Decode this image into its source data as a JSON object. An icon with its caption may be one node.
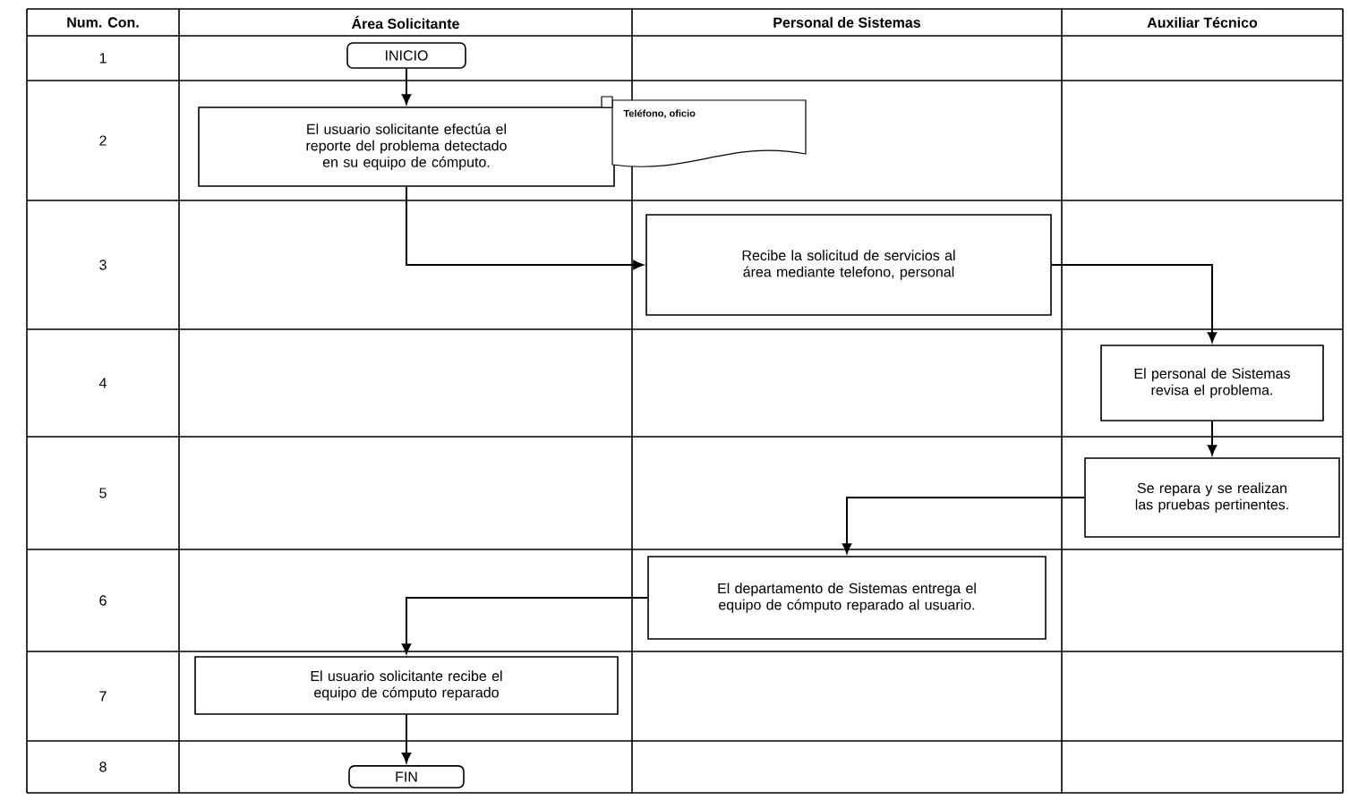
{
  "diagram": {
    "nodes": [
      {
        "text": [
          "INICIO"
        ]
      },
      {
        "text": [
          "El usuario solicitante efectúa el reporte del problema detectado en su equipo de cómputo."
        ]
      },
      {
        "text": [
          "Teléfono, oficio"
        ]
      },
      {
        "text": [
          "Recibe la solicitud de servicios al área mediante telefono, personal"
        ]
      },
      {
        "text": [
          "El personal de Sistemas revisa el problema."
        ]
      },
      {
        "text": [
          "Se repara y se realizan las pruebas pertinentes."
        ]
      },
      {
        "text": [
          "El departamento de Sistemas entrega el equipo de cómputo reparado al usuario."
        ]
      },
      {
        "text": [
          "El usuario solicitante recibe el equipo de cómputo reparado"
        ]
      },
      {
        "text": [
          "FIN"
        ]
      }
    ],
    "edges": [
      {
        "from": 0,
        "to": 1,
        "arrow": "to"
      },
      {
        "from": 1,
        "to": 3,
        "arrow": "to"
      },
      {
        "from": 3,
        "to": 4,
        "arrow": "to"
      },
      {
        "from": 4,
        "to": 5,
        "arrow": "to"
      },
      {
        "from": 5,
        "to": 6,
        "arrow": "to"
      },
      {
        "from": 6,
        "to": 7,
        "arrow": "to"
      },
      {
        "from": 7,
        "to": 8,
        "arrow": "to"
      }
    ],
    "labels": [
      "Num. Con.",
      "Área Solicitante",
      "Personal de Sistemas",
      "Auxiliar Técnico",
      "1",
      "2",
      "3",
      "4",
      "5",
      "6",
      "7",
      "8"
    ]
  }
}
